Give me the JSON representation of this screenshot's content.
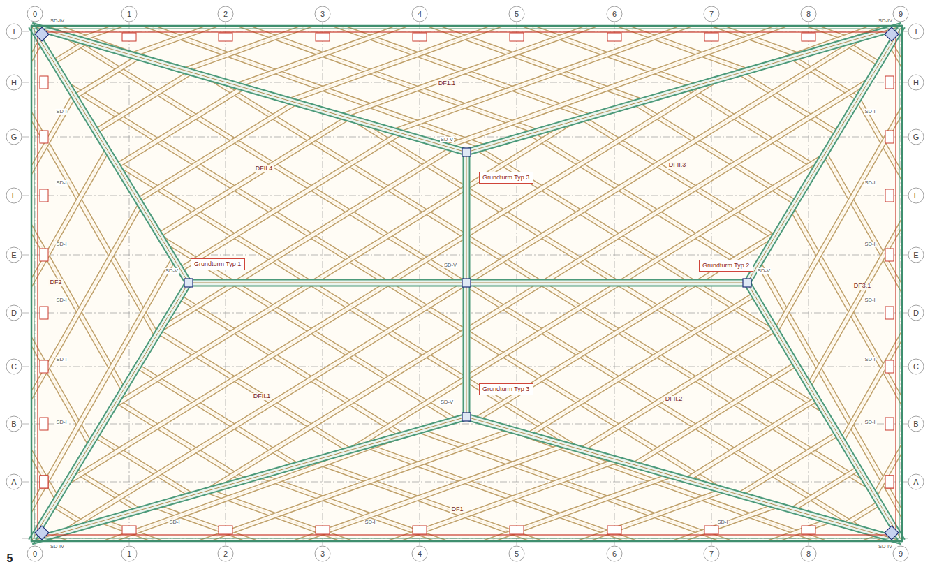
{
  "diagram": {
    "nodes": [
      {
        "text": [
          "Grundturm Typ 3"
        ]
      },
      {
        "text": [
          "Grundturm Typ 1"
        ]
      },
      {
        "text": [
          "Grundturm Typ 2"
        ]
      },
      {
        "text": [
          "Grundturm Typ 3"
        ]
      }
    ],
    "labels": [
      "0",
      "1",
      "2",
      "3",
      "4",
      "5",
      "6",
      "7",
      "8",
      "9",
      "0",
      "1",
      "2",
      "3",
      "4",
      "5",
      "6",
      "7",
      "8",
      "9",
      "I",
      "H",
      "G",
      "F",
      "E",
      "D",
      "C",
      "B",
      "A",
      "I",
      "H",
      "G",
      "F",
      "E",
      "D",
      "C",
      "B",
      "A",
      "DF1.1",
      "DF1",
      "DF2",
      "DF3.1",
      "DFII.4",
      "DFII.3",
      "DFII.1",
      "DFII.2",
      "SD-IV",
      "SD-IV",
      "SD-IV",
      "SD-IV",
      "SD-V",
      "SD-V",
      "SD-V",
      "SD-V",
      "SD-V",
      "SD-I",
      "SD-I",
      "SD-I",
      "SD-I",
      "SD-I",
      "SD-I",
      "SD-I",
      "SD-I",
      "SD-I",
      "SD-I",
      "SD-I",
      "SD-I",
      "SD-I",
      "SD-I",
      "SD-I",
      "5"
    ]
  }
}
